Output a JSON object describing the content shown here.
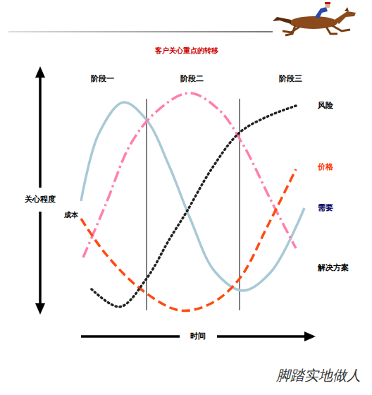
{
  "diagram": {
    "title": "客户关心重点的转移",
    "labels": [
      "阶段一",
      "阶段二",
      "阶段三",
      "风险",
      "关心程度",
      "成本",
      "价格",
      "需要",
      "解决方案",
      "时间",
      "脚踏实地做人"
    ]
  }
}
